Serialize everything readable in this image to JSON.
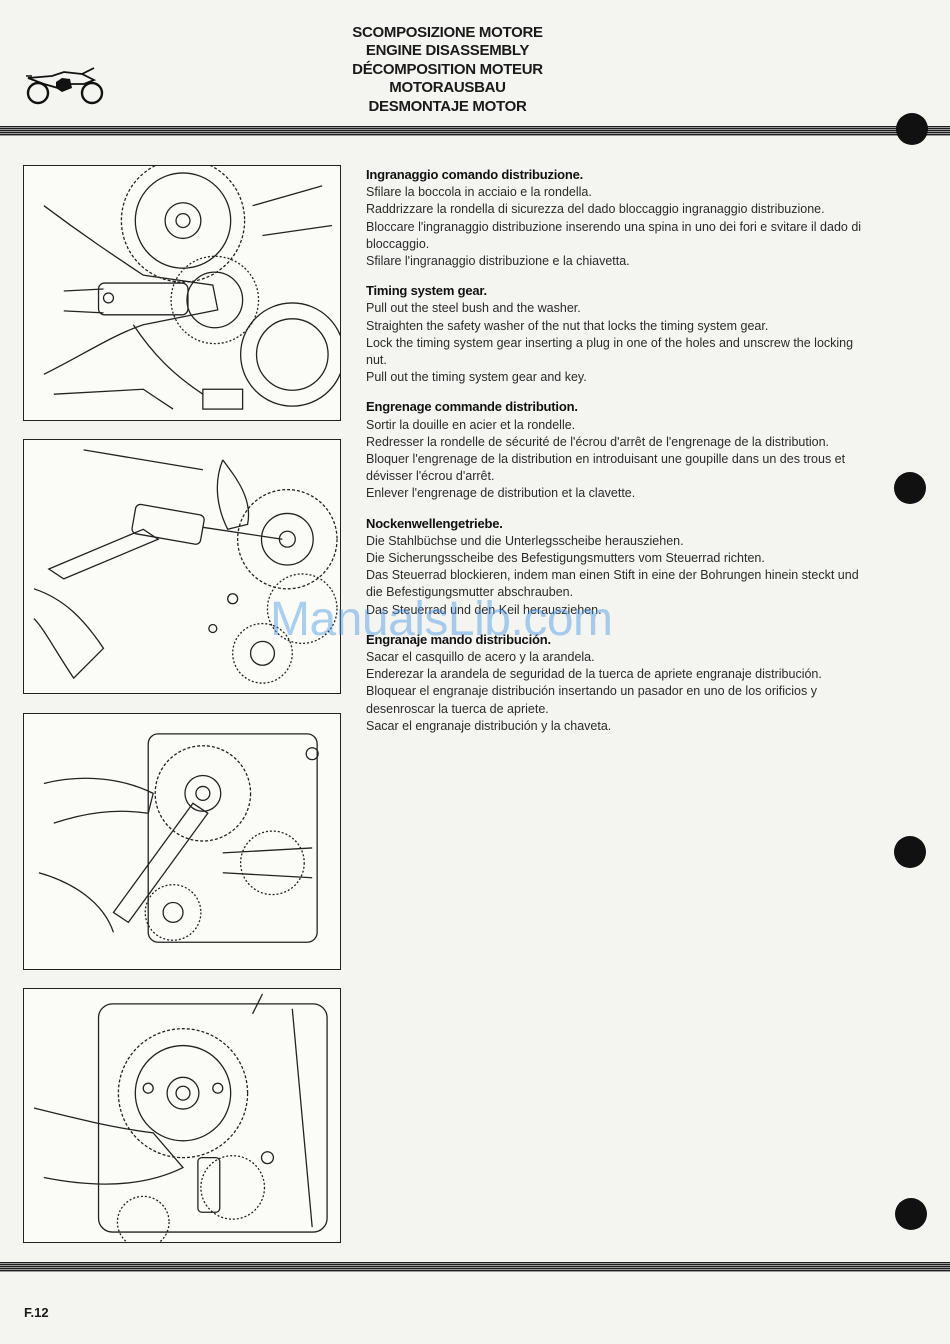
{
  "header": {
    "titles": [
      "SCOMPOSIZIONE MOTORE",
      "ENGINE DISASSEMBLY",
      "DÉCOMPOSITION MOTEUR",
      "MOTORAUSBAU",
      "DESMONTAJE MOTOR"
    ]
  },
  "sections": [
    {
      "heading": "Ingranaggio comando distribuzione.",
      "lines": [
        "Sfilare la boccola in acciaio e la rondella.",
        "Raddrizzare la rondella di sicurezza del dado bloccaggio ingranaggio distribuzione.",
        "Bloccare l'ingranaggio distribuzione inserendo una spina in uno dei fori e svitare il dado di bloccaggio.",
        "Sfilare l'ingranaggio distribuzione e la chiavetta."
      ]
    },
    {
      "heading": "Timing system gear.",
      "lines": [
        "Pull out the steel bush and the washer.",
        "Straighten the safety washer of the nut that locks the timing system gear.",
        "Lock the timing system gear inserting a plug in one of the holes and unscrew the locking nut.",
        "Pull out the timing system gear and key."
      ]
    },
    {
      "heading": "Engrenage commande distribution.",
      "lines": [
        "Sortir la douille en acier et la rondelle.",
        "Redresser la rondelle de sécurité de l'écrou d'arrêt de l'engrenage de la distribution.",
        "Bloquer l'engrenage de la distribution en introduisant une goupille dans un des trous et dévisser l'écrou d'arrêt.",
        "Enlever l'engrenage de distribution et la clavette."
      ]
    },
    {
      "heading": "Nockenwellengetriebe.",
      "lines": [
        "Die Stahlbüchse und die Unterlegsscheibe herausziehen.",
        "Die Sicherungsscheibe des Befestigungsmutters vom Steuerrad richten.",
        "Das Steuerrad blockieren, indem man einen Stift in eine der Bohrungen hinein steckt und die Befestigungsmutter abschrauben.",
        "Das Steuerrad und den Keil herausziehen."
      ]
    },
    {
      "heading": "Engranaje mando distribución.",
      "lines": [
        "Sacar el casquillo de acero y la arandela.",
        "Enderezar la arandela de seguridad de la tuerca de apriete engranaje distribución.",
        "Bloquear el engranaje distribución insertando un pasador en uno de los orificios y desenroscar la tuerca de apriete.",
        "Sacar el engranaje distribución y la chaveta."
      ]
    }
  ],
  "watermark": "ManualsLib.com",
  "footer": {
    "page_number": "F.12"
  },
  "icons": {
    "logo": "motorcycle-logo-icon",
    "binder_hole": "binder-hole-icon"
  }
}
